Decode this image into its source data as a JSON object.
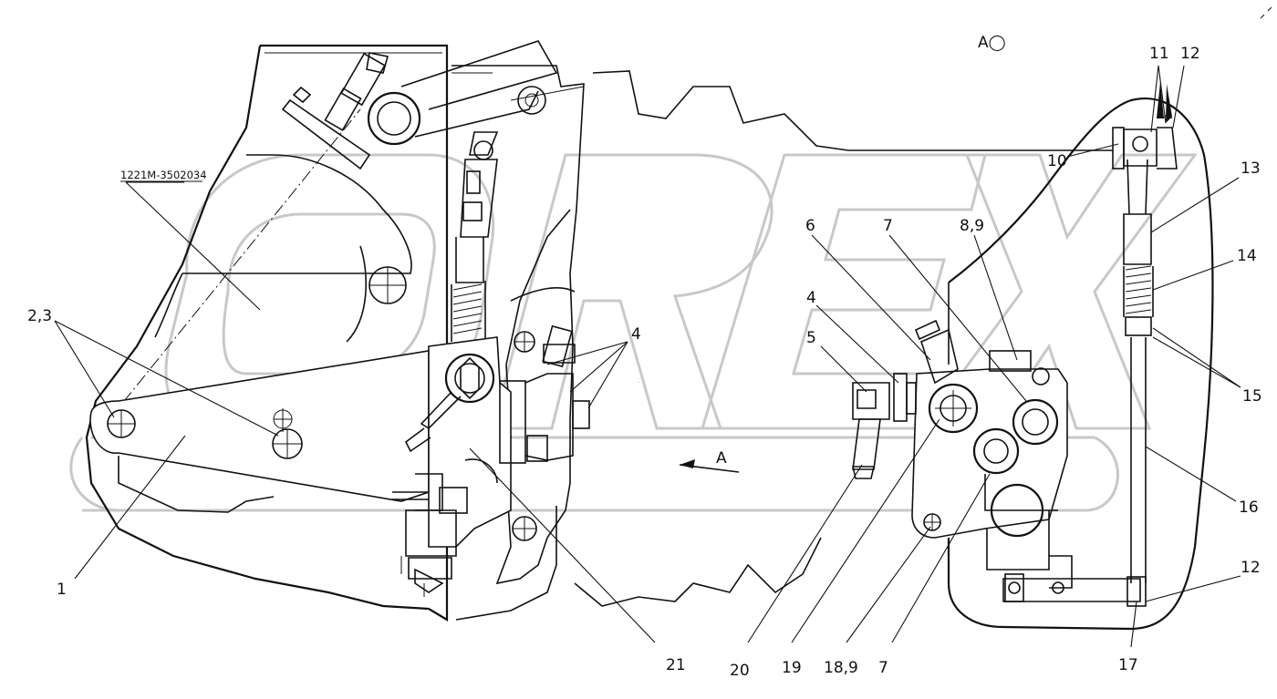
{
  "view_label": "A◯",
  "watermark": "OREX",
  "arrow_label": "A",
  "part_code": "1221M-3502034",
  "callouts": {
    "c_2_3": "2,3",
    "c_1": "1",
    "c_4_left": "4",
    "c_21": "21",
    "c_6": "6",
    "c_7_top": "7",
    "c_8_9": "8,9",
    "c_4_mid": "4",
    "c_5": "5",
    "c_20": "20",
    "c_19": "19",
    "c_18_9": "18,9",
    "c_7_bottom": "7",
    "c_10": "10",
    "c_11": "11",
    "c_12_top": "12",
    "c_13": "13",
    "c_14": "14",
    "c_15": "15",
    "c_16": "16",
    "c_12_bottom": "12",
    "c_17": "17"
  }
}
